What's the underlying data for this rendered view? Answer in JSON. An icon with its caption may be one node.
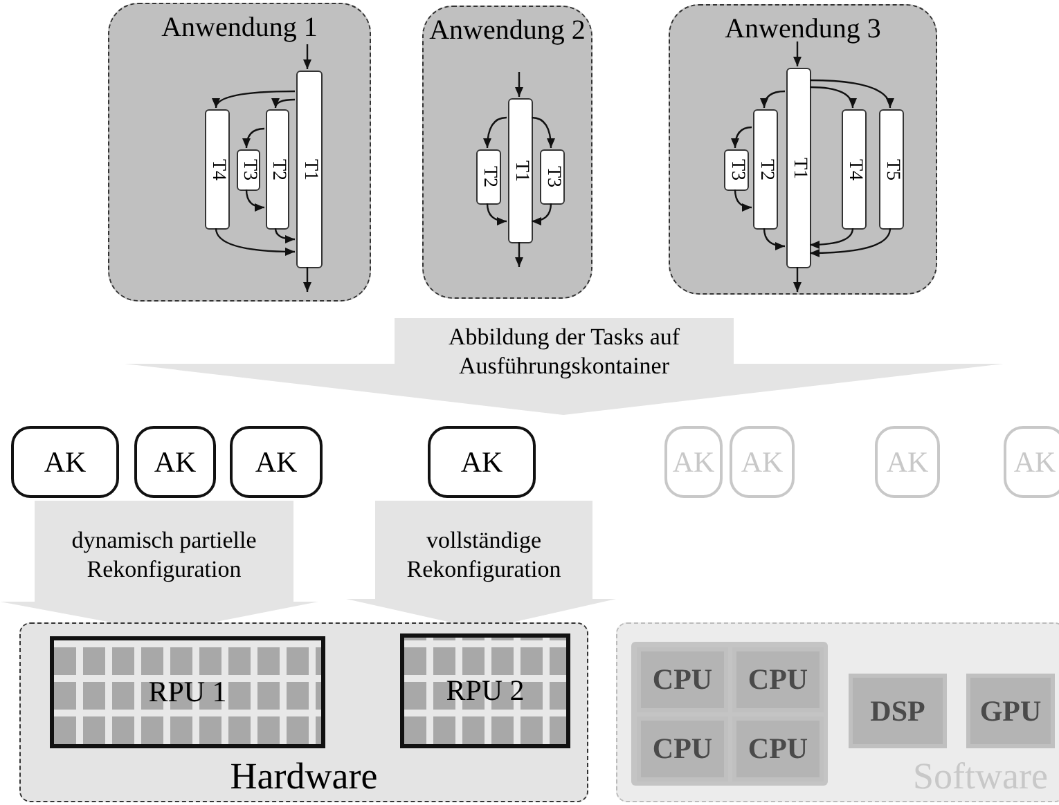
{
  "diagram": {
    "nodes": [
      {
        "text": [
          "Anwendung 1"
        ]
      },
      {
        "text": [
          "T1"
        ],
        "in": 0
      },
      {
        "text": [
          "T2"
        ],
        "in": 0
      },
      {
        "text": [
          "T3"
        ],
        "in": 0
      },
      {
        "text": [
          "T4"
        ],
        "in": 0
      },
      {
        "text": [
          "Anwendung 2"
        ]
      },
      {
        "text": [
          "T1"
        ],
        "in": 5
      },
      {
        "text": [
          "T2"
        ],
        "in": 5
      },
      {
        "text": [
          "T3"
        ],
        "in": 5
      },
      {
        "text": [
          "Anwendung 3"
        ]
      },
      {
        "text": [
          "T1"
        ],
        "in": 9
      },
      {
        "text": [
          "T2"
        ],
        "in": 9
      },
      {
        "text": [
          "T3"
        ],
        "in": 9
      },
      {
        "text": [
          "T4"
        ],
        "in": 9
      },
      {
        "text": [
          "T5"
        ],
        "in": 9
      },
      {
        "text": [
          "AK"
        ]
      },
      {
        "text": [
          "AK"
        ]
      },
      {
        "text": [
          "AK"
        ]
      },
      {
        "text": [
          "AK"
        ]
      },
      {
        "text": [
          "AK"
        ]
      },
      {
        "text": [
          "AK"
        ]
      },
      {
        "text": [
          "AK"
        ]
      },
      {
        "text": [
          "AK"
        ]
      },
      {
        "text": [
          "Hardware"
        ]
      },
      {
        "text": [
          "RPU 1"
        ],
        "in": 23
      },
      {
        "text": [
          "RPU 2"
        ],
        "in": 23
      },
      {
        "text": [
          "Software"
        ]
      },
      {
        "text": [],
        "shape": "box",
        "in": 26
      },
      {
        "text": [
          "CPU"
        ],
        "in": 27
      },
      {
        "text": [
          "CPU"
        ],
        "in": 27
      },
      {
        "text": [
          "CPU"
        ],
        "in": 27
      },
      {
        "text": [
          "CPU"
        ],
        "in": 27
      },
      {
        "text": [
          "DSP"
        ],
        "in": 26
      },
      {
        "text": [
          "GPU"
        ],
        "in": 26
      }
    ],
    "edges": [
      {
        "from": null,
        "to": 1,
        "arrow": "to"
      },
      {
        "from": 1,
        "to": 4,
        "arrow": "to"
      },
      {
        "from": 1,
        "to": 2,
        "arrow": "to"
      },
      {
        "from": 2,
        "to": 3,
        "arrow": "to"
      },
      {
        "from": 3,
        "to": 2,
        "arrow": "to"
      },
      {
        "from": 4,
        "to": 1,
        "arrow": "to"
      },
      {
        "from": 2,
        "to": 1,
        "arrow": "to"
      },
      {
        "from": 1,
        "to": null,
        "arrow": "to"
      },
      {
        "from": null,
        "to": 6,
        "arrow": "to"
      },
      {
        "from": 6,
        "to": 7,
        "arrow": "to"
      },
      {
        "from": 6,
        "to": 8,
        "arrow": "to"
      },
      {
        "from": 7,
        "to": 6,
        "arrow": "to"
      },
      {
        "from": 8,
        "to": 6,
        "arrow": "to"
      },
      {
        "from": 6,
        "to": null,
        "arrow": "to"
      },
      {
        "from": null,
        "to": 10,
        "arrow": "to"
      },
      {
        "from": 10,
        "to": 11,
        "arrow": "to"
      },
      {
        "from": 10,
        "to": 13,
        "arrow": "to"
      },
      {
        "from": 10,
        "to": 14,
        "arrow": "to"
      },
      {
        "from": 11,
        "to": 12,
        "arrow": "to"
      },
      {
        "from": 12,
        "to": 11,
        "arrow": "to"
      },
      {
        "from": 11,
        "to": 10,
        "arrow": "to"
      },
      {
        "from": 13,
        "to": 10,
        "arrow": "to"
      },
      {
        "from": 14,
        "to": 10,
        "arrow": "to"
      },
      {
        "from": 10,
        "to": null,
        "arrow": "to"
      },
      {
        "from": 16,
        "to": 24,
        "arrow": "to",
        "label": "dynamisch partielle Rekonfiguration"
      },
      {
        "from": 18,
        "to": 25,
        "arrow": "to",
        "label": "vollständige Rekonfiguration"
      }
    ],
    "labels": [
      "Abbildung der Tasks auf Ausführungskontainer"
    ]
  }
}
